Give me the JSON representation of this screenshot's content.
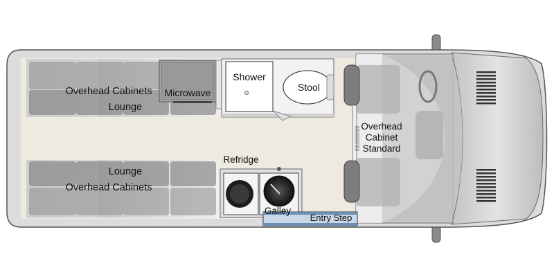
{
  "floorplan": {
    "labels": {
      "overhead_cabinets_top": "Overhead Cabinets",
      "lounge_top": "Lounge",
      "microwave": "Microwave",
      "shower": "Shower",
      "stool": "Stool",
      "lounge_bottom": "Lounge",
      "overhead_cabinets_bottom": "Overhead Cabinets",
      "refridge": "Refridge",
      "galley": "Galley",
      "entry_step": "Entry Step",
      "cab_line1": "Overhead",
      "cab_line2": "Cabinet",
      "cab_line3": "Standard"
    }
  }
}
